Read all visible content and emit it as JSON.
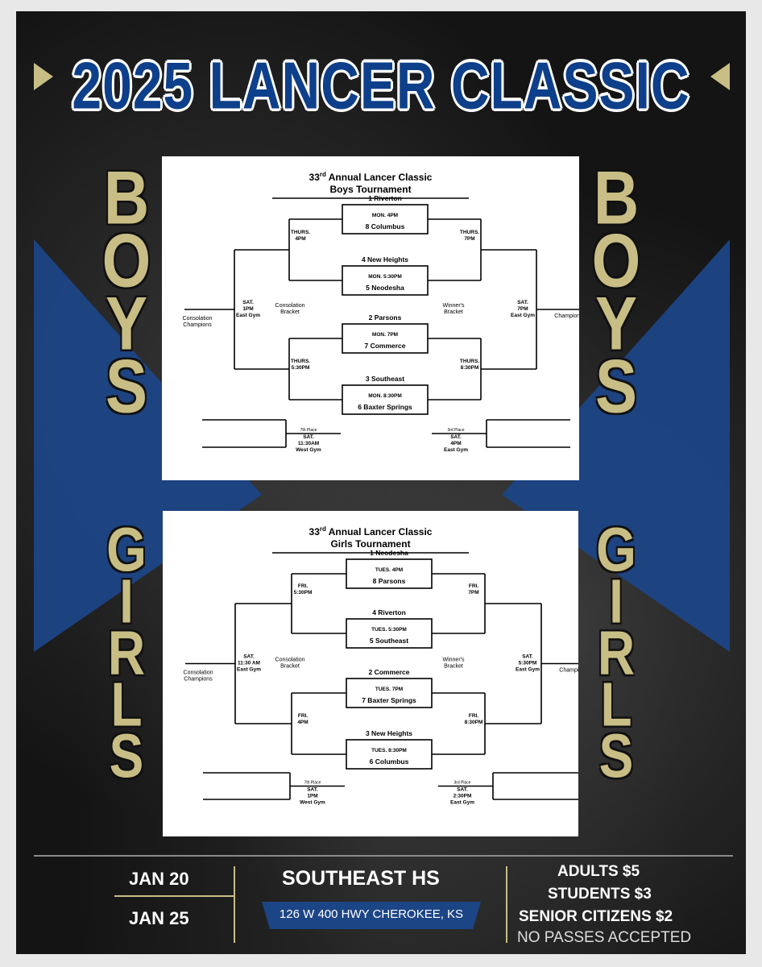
{
  "title": "2025 LANCER CLASSIC",
  "side_labels": {
    "boys": "BOYS",
    "girls": "GIRLS"
  },
  "colors": {
    "navy": "#0e3f8a",
    "gold": "#c8bd84",
    "panel_blue": "#1c4585",
    "background": "#141414"
  },
  "boys": {
    "heading_line1": "33rd Annual Lancer Classic",
    "heading_line2": "Boys Tournament",
    "games": [
      {
        "top_seed": "1",
        "top_team": "Riverton",
        "time": "MON. 4PM",
        "bottom_seed": "8",
        "bottom_team": "Columbus"
      },
      {
        "top_seed": "4",
        "top_team": "New Heights",
        "time": "MON. 5:30PM",
        "bottom_seed": "5",
        "bottom_team": "Neodesha"
      },
      {
        "top_seed": "2",
        "top_team": "Parsons",
        "time": "MON. 7PM",
        "bottom_seed": "7",
        "bottom_team": "Commerce"
      },
      {
        "top_seed": "3",
        "top_team": "Southeast",
        "time": "MON. 8:30PM",
        "bottom_seed": "6",
        "bottom_team": "Baxter Springs"
      }
    ],
    "consolation_semis": [
      "THURS. 4PM",
      "THURS. 5:30PM"
    ],
    "winners_semis": [
      "THURS. 7PM",
      "THURS. 8:30PM"
    ],
    "consolation_final": "SAT. 1PM East Gym",
    "championship": "SAT. 7PM East Gym",
    "consolation_champions": "Consolation Champions",
    "champions": "Champions",
    "consolation_bracket": "Consolation Bracket",
    "winners_bracket": "Winner's Bracket",
    "seventh_place": {
      "label": "7th Place",
      "time": "SAT. 11:30AM West Gym"
    },
    "third_place": {
      "label": "3rd Place",
      "time": "SAT. 4PM East Gym"
    }
  },
  "girls": {
    "heading_line1": "33rd Annual Lancer Classic",
    "heading_line2": "Girls Tournament",
    "games": [
      {
        "top_seed": "1",
        "top_team": "Neodesha",
        "time": "TUES. 4PM",
        "bottom_seed": "8",
        "bottom_team": "Parsons"
      },
      {
        "top_seed": "4",
        "top_team": "Riverton",
        "time": "TUES. 5:30PM",
        "bottom_seed": "5",
        "bottom_team": "Southeast"
      },
      {
        "top_seed": "2",
        "top_team": "Commerce",
        "time": "TUES. 7PM",
        "bottom_seed": "7",
        "bottom_team": "Baxter Springs"
      },
      {
        "top_seed": "3",
        "top_team": "New Heights",
        "time": "TUES. 8:30PM",
        "bottom_seed": "6",
        "bottom_team": "Columbus"
      }
    ],
    "consolation_semis": [
      "FRI. 5:30PM",
      "FRI. 4PM"
    ],
    "winners_semis": [
      "FRI. 7PM",
      "FRI. 8:30PM"
    ],
    "consolation_final": "SAT. 11:30 AM East Gym",
    "championship": "SAT. 5:30PM East Gym",
    "consolation_champions": "Consolation Champions",
    "champions": "Champions",
    "consolation_bracket": "Consolation Bracket",
    "winners_bracket": "Winner's Bracket",
    "seventh_place": {
      "label": "7th Place",
      "time": "SAT. 1PM West Gym"
    },
    "third_place": {
      "label": "3rd Place",
      "time": "SAT. 2:30PM East Gym"
    }
  },
  "footer": {
    "date_start": "JAN 20",
    "date_end": "JAN 25",
    "venue": "SOUTHEAST HS",
    "address": "126 W 400 HWY CHEROKEE, KS",
    "prices": [
      "ADULTS $5",
      "STUDENTS $3",
      "SENIOR CITIZENS $2"
    ],
    "note": "NO PASSES ACCEPTED"
  }
}
